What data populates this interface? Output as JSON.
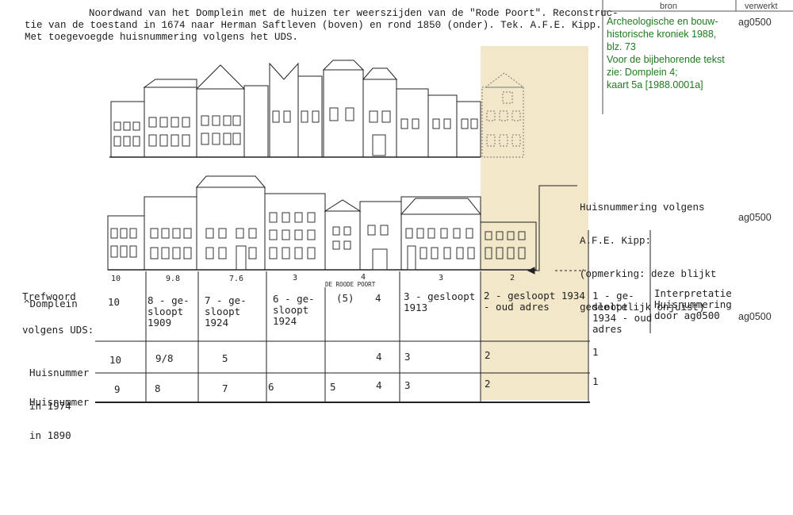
{
  "caption": {
    "line1": "Noordwand van het Domplein met de huizen ter weerszijden van de \"Rode Poort\". Reconstruc-",
    "line2": "tie van de toestand in 1674 naar Herman Saftleven (boven) en rond 1850 (onder). Tek. A.F.E. Kipp.",
    "line3": "Met toegevoegde huisnummering volgens het UDS."
  },
  "columns": {
    "bron": "bron",
    "verwerkt": "verwerkt"
  },
  "source": {
    "line1": "Archeologische en bouw-",
    "line2": "historische kroniek 1988,",
    "line3": "blz. 73",
    "line4": "Voor de bijbehorende tekst",
    "line5": "zie: Domplein 4;",
    "line6": "kaart 5a [1988.0001a]"
  },
  "codes": {
    "a": "ag0500",
    "b": "ag0500",
    "c": "ag0500"
  },
  "kipp_note": {
    "line1": "Huisnummering volgens",
    "line2": "A.F.E. Kipp:",
    "line3": "(opmerking: deze blijkt",
    "line4": "gedeeltelijk onjuist)"
  },
  "top_numbers": [
    "10",
    "9.8",
    "7.6",
    "3",
    "4",
    "3",
    "2"
  ],
  "rode_poort": "DE ROODE POORT",
  "row_labels": {
    "trefwoord1": "Trefwoord",
    "trefwoord2": "volgens UDS:",
    "domplein": "^Domplein",
    "h1974_1": "Huisnummer",
    "h1974_2": "in 1974",
    "h1890_1": "Huisnummer",
    "h1890_2": "in 1890"
  },
  "uds_row": [
    "10",
    "8 - ge-\nsloopt\n1909",
    "7 - ge-\nsloopt\n1924",
    "6 - ge-\nsloopt\n1924",
    "(5)",
    "4",
    "3 - gesloopt\n1913",
    "2 - gesloopt 1934\n- oud adres",
    "1 - ge-\nsloopt\n1934 - oud\nadres",
    "Interpretatie\nHuisnummering\ndoor ag0500"
  ],
  "row1974": [
    "10",
    "9/8",
    "5",
    "4",
    "3",
    "2",
    "1"
  ],
  "row1890": [
    "9",
    "8",
    "7",
    "6",
    "5",
    "4",
    "3",
    "2",
    "1"
  ]
}
